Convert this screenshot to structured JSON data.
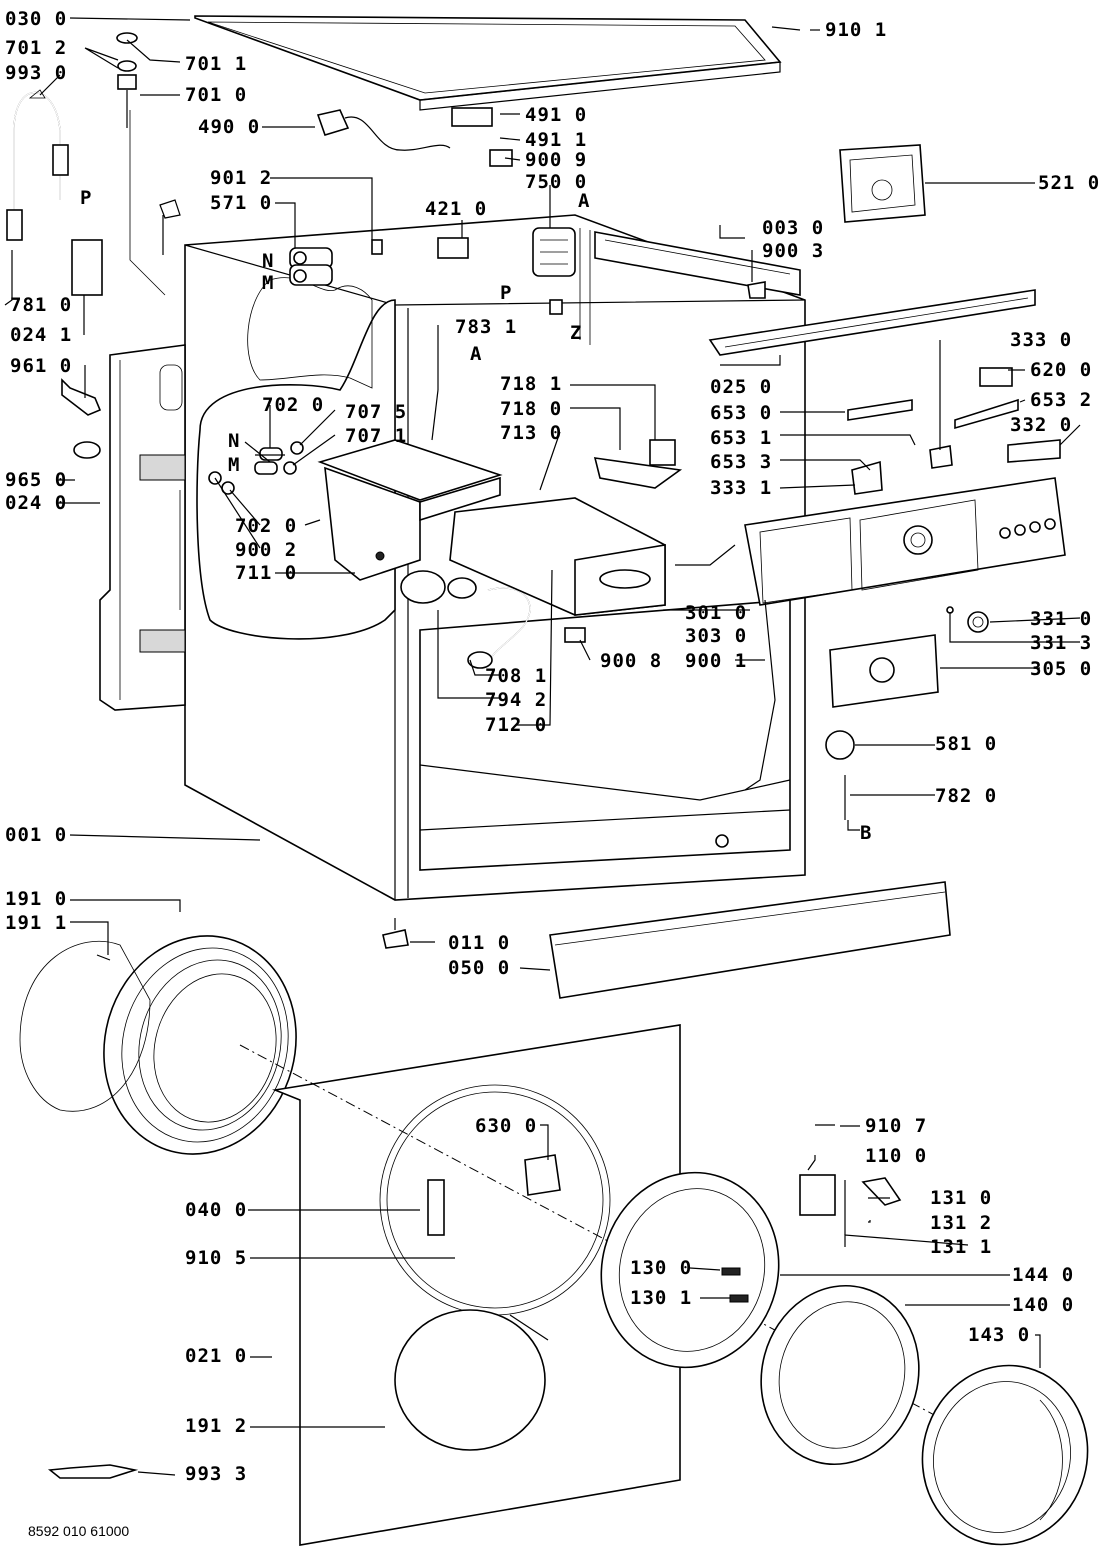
{
  "diagram": {
    "labels": {
      "p030_0": "030 0",
      "p701_2": "701 2",
      "p993_0": "993 0",
      "p701_1": "701 1",
      "p701_0": "701 0",
      "p490_0": "490 0",
      "p491_0": "491 0",
      "p491_1": "491 1",
      "p900_9": "900 9",
      "p750_0": "750 0",
      "p910_1": "910 1",
      "p521_0": "521 0",
      "p901_2": "901 2",
      "p571_0": "571 0",
      "p421_0": "421 0",
      "p003_0": "003 0",
      "p900_3": "900 3",
      "p781_0": "781 0",
      "p024_1": "024 1",
      "p783_1": "783 1",
      "p025_0": "025 0",
      "p333_0": "333 0",
      "p620_0": "620 0",
      "p961_0": "961 0",
      "p718_1": "718 1",
      "p718_0": "718 0",
      "p713_0": "713 0",
      "p653_0": "653 0",
      "p653_2": "653 2",
      "p653_1": "653 1",
      "p332_0": "332 0",
      "p702_0a": "702 0",
      "p707_5": "707 5",
      "p707_1": "707 1",
      "p653_3": "653 3",
      "p333_1": "333 1",
      "p965_0": "965 0",
      "p024_0": "024 0",
      "p702_0b": "702 0",
      "p900_2": "900 2",
      "p711_0": "711 0",
      "p301_0": "301 0",
      "p331_0": "331 0",
      "p303_0": "303 0",
      "p331_3": "331 3",
      "p900_8": "900 8",
      "p900_1": "900 1",
      "p305_0": "305 0",
      "p708_1": "708 1",
      "p794_2": "794 2",
      "p712_0": "712 0",
      "p581_0": "581 0",
      "p782_0": "782 0",
      "p001_0": "001 0",
      "p191_0": "191 0",
      "p191_1": "191 1",
      "p011_0": "011 0",
      "p050_0": "050 0",
      "p630_0": "630 0",
      "p910_7": "910 7",
      "p110_0": "110 0",
      "p040_0": "040 0",
      "p131_0": "131 0",
      "p131_2": "131 2",
      "p131_1": "131 1",
      "p910_5": "910 5",
      "p130_0": "130 0",
      "p144_0": "144 0",
      "p130_1": "130 1",
      "p140_0": "140 0",
      "p021_0": "021 0",
      "p143_0": "143 0",
      "p191_2": "191 2",
      "p993_3": "993 3"
    },
    "markers": {
      "n_valve": "N",
      "m_valve": "M",
      "n_hose": "N",
      "m_hose": "M",
      "a_top": "A",
      "a_mid": "A",
      "p_hose": "P",
      "p_pump": "P",
      "z_pump": "Z",
      "b_tube": "B"
    },
    "drawing_number": "8592 010 61000"
  }
}
